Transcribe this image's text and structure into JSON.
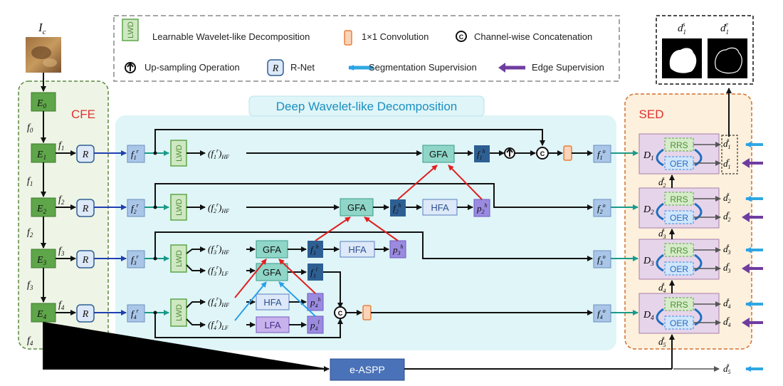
{
  "legend": {
    "lwd_icon": "LWD",
    "lwd": "Learnable Wavelet-like Decomposition",
    "conv": "1×1 Convolution",
    "concat_icon": "C",
    "concat": "Channel-wise Concatenation",
    "upsample": "Up-sampling Operation",
    "rnet_icon": "R",
    "rnet": "R-Net",
    "seg": "Segmentation Supervision",
    "edge": "Edge Supervision"
  },
  "input": {
    "label": "I",
    "sub": "c"
  },
  "output": {
    "ds": {
      "label": "d",
      "sub": "1",
      "sup": "s"
    },
    "de": {
      "label": "d",
      "sub": "1",
      "sup": "e"
    }
  },
  "cfe": {
    "title": "CFE",
    "encoders": [
      {
        "label": "E",
        "sub": "0"
      },
      {
        "label": "E",
        "sub": "1"
      },
      {
        "label": "E",
        "sub": "2"
      },
      {
        "label": "E",
        "sub": "3"
      },
      {
        "label": "E",
        "sub": "4"
      }
    ],
    "features": [
      {
        "label": "f",
        "sub": "0"
      },
      {
        "label": "f",
        "sub": "1"
      },
      {
        "label": "f",
        "sub": "2"
      },
      {
        "label": "f",
        "sub": "3"
      },
      {
        "label": "f",
        "sub": "4"
      }
    ],
    "side_features": [
      {
        "label": "f",
        "sub": "1"
      },
      {
        "label": "f",
        "sub": "2"
      },
      {
        "label": "f",
        "sub": "3"
      },
      {
        "label": "f",
        "sub": "4"
      }
    ]
  },
  "dwd": {
    "title": "Deep Wavelet-like Decomposition",
    "rnet": "R",
    "lwd": "LWD",
    "gfa": "GFA",
    "hfa": "HFA",
    "lfa": "LFA",
    "concat": "C",
    "up": "↑"
  },
  "sed": {
    "title": "SED",
    "rrs": "RRS",
    "oer": "OER",
    "decoders": [
      {
        "label": "D",
        "sub": "1"
      },
      {
        "label": "D",
        "sub": "2"
      },
      {
        "label": "D",
        "sub": "3"
      },
      {
        "label": "D",
        "sub": "4"
      }
    ]
  },
  "easpp": "e-ASPP",
  "colors": {
    "green_box": "#5fa54a",
    "green_fill": "#cfe8c2",
    "blue_feature": "#a9c6e8",
    "teal_gfa": "#8fd6c8",
    "rnet_fill": "#dde9f8",
    "dark_feature": "#2e5f93",
    "purple_p": "#9a8ae0",
    "easpp": "#4a72b8",
    "seg_arrow": "#2fa8e0",
    "edge_arrow": "#6f3ca0",
    "red_arrow": "#e02020",
    "blue_arrow": "#2aa0e8",
    "cfe_bg": "#eef5e6",
    "dwd_bg": "#dff5f8",
    "sed_bg": "#fdf0dc",
    "sed_border": "#d2702c",
    "conv_fill": "#fbd3b8",
    "conv_border": "#e8803a"
  }
}
